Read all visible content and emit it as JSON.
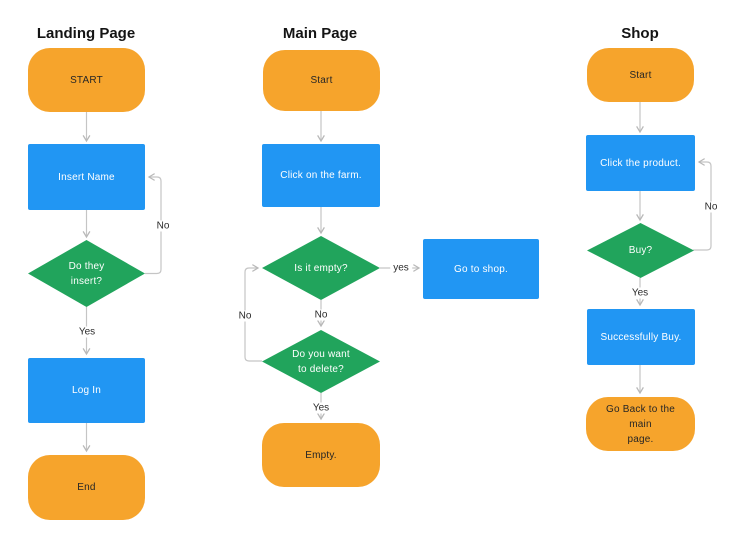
{
  "titles": {
    "landing": "Landing Page",
    "main": "Main Page",
    "shop": "Shop"
  },
  "nodes": {
    "lp_start": "START",
    "lp_insert": "Insert Name",
    "lp_decision": "Do they\ninsert?",
    "lp_login": "Log In",
    "lp_end": "End",
    "mp_start": "Start",
    "mp_click_farm": "Click on the farm.",
    "mp_is_empty": "Is it empty?",
    "mp_goto_shop": "Go to shop.",
    "mp_delete": "Do you want\nto delete?",
    "mp_empty": "Empty.",
    "sh_start": "Start",
    "sh_click_product": "Click the product.",
    "sh_buy": "Buy?",
    "sh_success": "Successfully Buy.",
    "sh_goback": "Go Back to the main\npage."
  },
  "edge_labels": {
    "lp_no": "No",
    "lp_yes": "Yes",
    "mp_yes_right": "yes",
    "mp_no_center": "No",
    "mp_no_left": "No",
    "mp_yes_bottom": "Yes",
    "sh_no": "No",
    "sh_yes": "Yes"
  },
  "colors": {
    "orange": "#F6A42C",
    "blue": "#2196F3",
    "green": "#21A45C",
    "line": "#c5c5c5",
    "arrowhead": "#b8b8b8",
    "title_text": "#141414",
    "label_text": "#2a2a2a",
    "dark_text": "#262626"
  }
}
